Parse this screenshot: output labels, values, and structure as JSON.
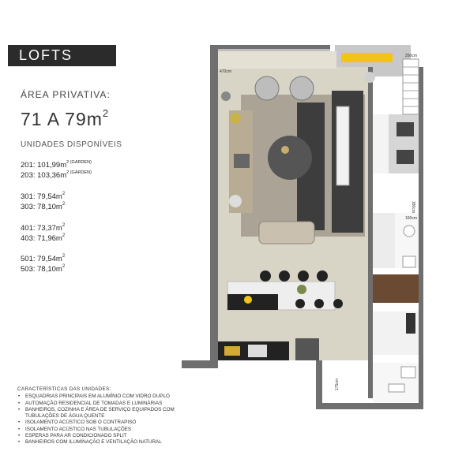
{
  "header": {
    "title": "LOFTS"
  },
  "area": {
    "label": "ÁREA PRIVATIVA:",
    "range": "71 A 79m",
    "range_sup": "2"
  },
  "units": {
    "title": "UNIDADES DISPONÍVEIS",
    "items": [
      {
        "unit": "201",
        "value": "101,99m",
        "garden": "2 (GARDEN)"
      },
      {
        "unit": "203",
        "value": "103,36m",
        "garden": "2 (GARDEN)"
      },
      {
        "unit": "301",
        "value": "79,54m",
        "sup": "2"
      },
      {
        "unit": "303",
        "value": "78,10m",
        "sup": "2"
      },
      {
        "unit": "401",
        "value": "73,37m",
        "sup": "2"
      },
      {
        "unit": "403",
        "value": "71,96m",
        "sup": "2"
      },
      {
        "unit": "501",
        "value": "79,54m",
        "sup": "2"
      },
      {
        "unit": "503",
        "value": "78,10m",
        "sup": "2"
      }
    ]
  },
  "features": {
    "title": "CARACTERÍSTICAS DAS UNIDADES:",
    "items": [
      "ESQUADRIAS PRINCIPAIS EM ALUMÍNIO COM VIDRO DUPLO",
      "AUTOMAÇÃO RESIDENCIAL DE TOMADAS E LUMINÁRIAS",
      "BANHEIROS, COZINHA E ÁREA DE SERVIÇO EQUIPADOS COM",
      "TUBULAÇÕES DE ÁGUA QUENTE",
      "ISOLAMENTO ACÚSTICO SOB O CONTRAPISO",
      "ISOLAMENTO ACÚSTICO NAS TUBULAÇÕES",
      "ESPERAS PARA AR CONDICIONADO SPLIT",
      "BANHEIROS COM ILUMINAÇÃO E VENTILAÇÃO NATURAL"
    ]
  },
  "plan": {
    "dimensions": [
      "470cm",
      "250cm",
      "160cm",
      "180cm",
      "175cm"
    ],
    "colors": {
      "wall": "#6f6f6f",
      "floor": "#d9d5c6",
      "rug": "#9a9186",
      "dark_rug": "#3d3d3d",
      "accent": "#f0c419"
    }
  }
}
